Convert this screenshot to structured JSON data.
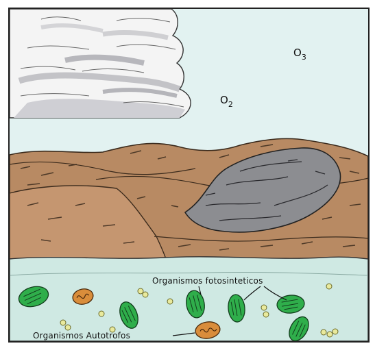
{
  "sky": {
    "gas_o2": {
      "base": "O",
      "sub": "2"
    },
    "gas_o3": {
      "base": "O",
      "sub": "3"
    }
  },
  "labels": {
    "photosynthetic": "Organismos fotosinteticos",
    "autotrophs": "Organismos Autotrofos"
  },
  "colors": {
    "sky": "#e2f2f1",
    "cloud": "#f3f3f3",
    "mountain": "#b88a63",
    "rock": "#8c8d91",
    "water": "#cfe9e3",
    "green_organism": "#2fae4b",
    "orange_organism": "#d98d3b",
    "yellow_dot": "#e9ea9d"
  }
}
